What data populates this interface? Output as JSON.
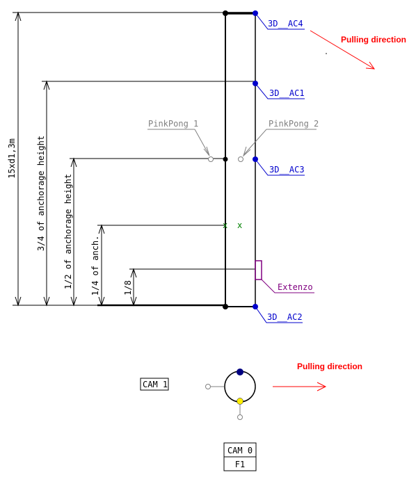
{
  "diagram": {
    "labels": {
      "ac4": "3D__AC4",
      "ac1": "3D__AC1",
      "ac3": "3D__AC3",
      "ac2": "3D__AC2",
      "pinkpong1": "PinkPong 1",
      "pinkpong2": "PinkPong 2",
      "extenzo": "Extenzo",
      "pulling_top": "Pulling direction",
      "pulling_bottom": "Pulling direction",
      "dim_total": "15xd1,3m",
      "dim_34": "3/4 of anchorage height",
      "dim_12": "1/2 of anchorage height",
      "dim_14": "1/4 of anch.",
      "dim_18": "1/8",
      "cam1": "CAM 1",
      "cam0": "CAM 0",
      "f1": "F1",
      "mark_x1": "x",
      "mark_x2": "x"
    },
    "colors": {
      "line": "#000000",
      "blue": "#0000cc",
      "grey": "#808080",
      "red": "#ff0000",
      "purple": "#800080",
      "green": "#008000",
      "navy": "#000080",
      "yellow": "#ffee00"
    }
  }
}
